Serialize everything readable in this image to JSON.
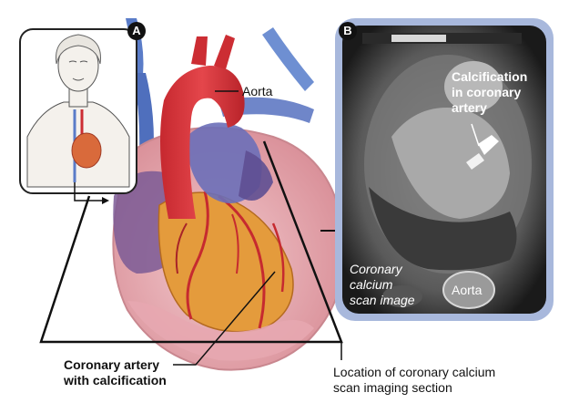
{
  "panels": {
    "a_label": "A",
    "b_label": "B"
  },
  "labels": {
    "aorta": "Aorta",
    "coronary_artery_line1": "Coronary artery",
    "coronary_artery_line2": "with calcification",
    "location_line1": "Location of coronary calcium",
    "location_line2": "scan imaging section"
  },
  "ct_panel": {
    "calcification_line1": "Calcification",
    "calcification_line2": "in coronary",
    "calcification_line3": "artery",
    "scan_line1": "Coronary",
    "scan_line2": "calcium",
    "scan_line3": "scan image",
    "aorta": "Aorta"
  },
  "colors": {
    "aorta_red": "#d8343a",
    "vein_blue": "#5577c4",
    "heart_pink": "#e9b7bd",
    "muscle_orange": "#e2993a",
    "ct_frame": "#9fb2da"
  }
}
